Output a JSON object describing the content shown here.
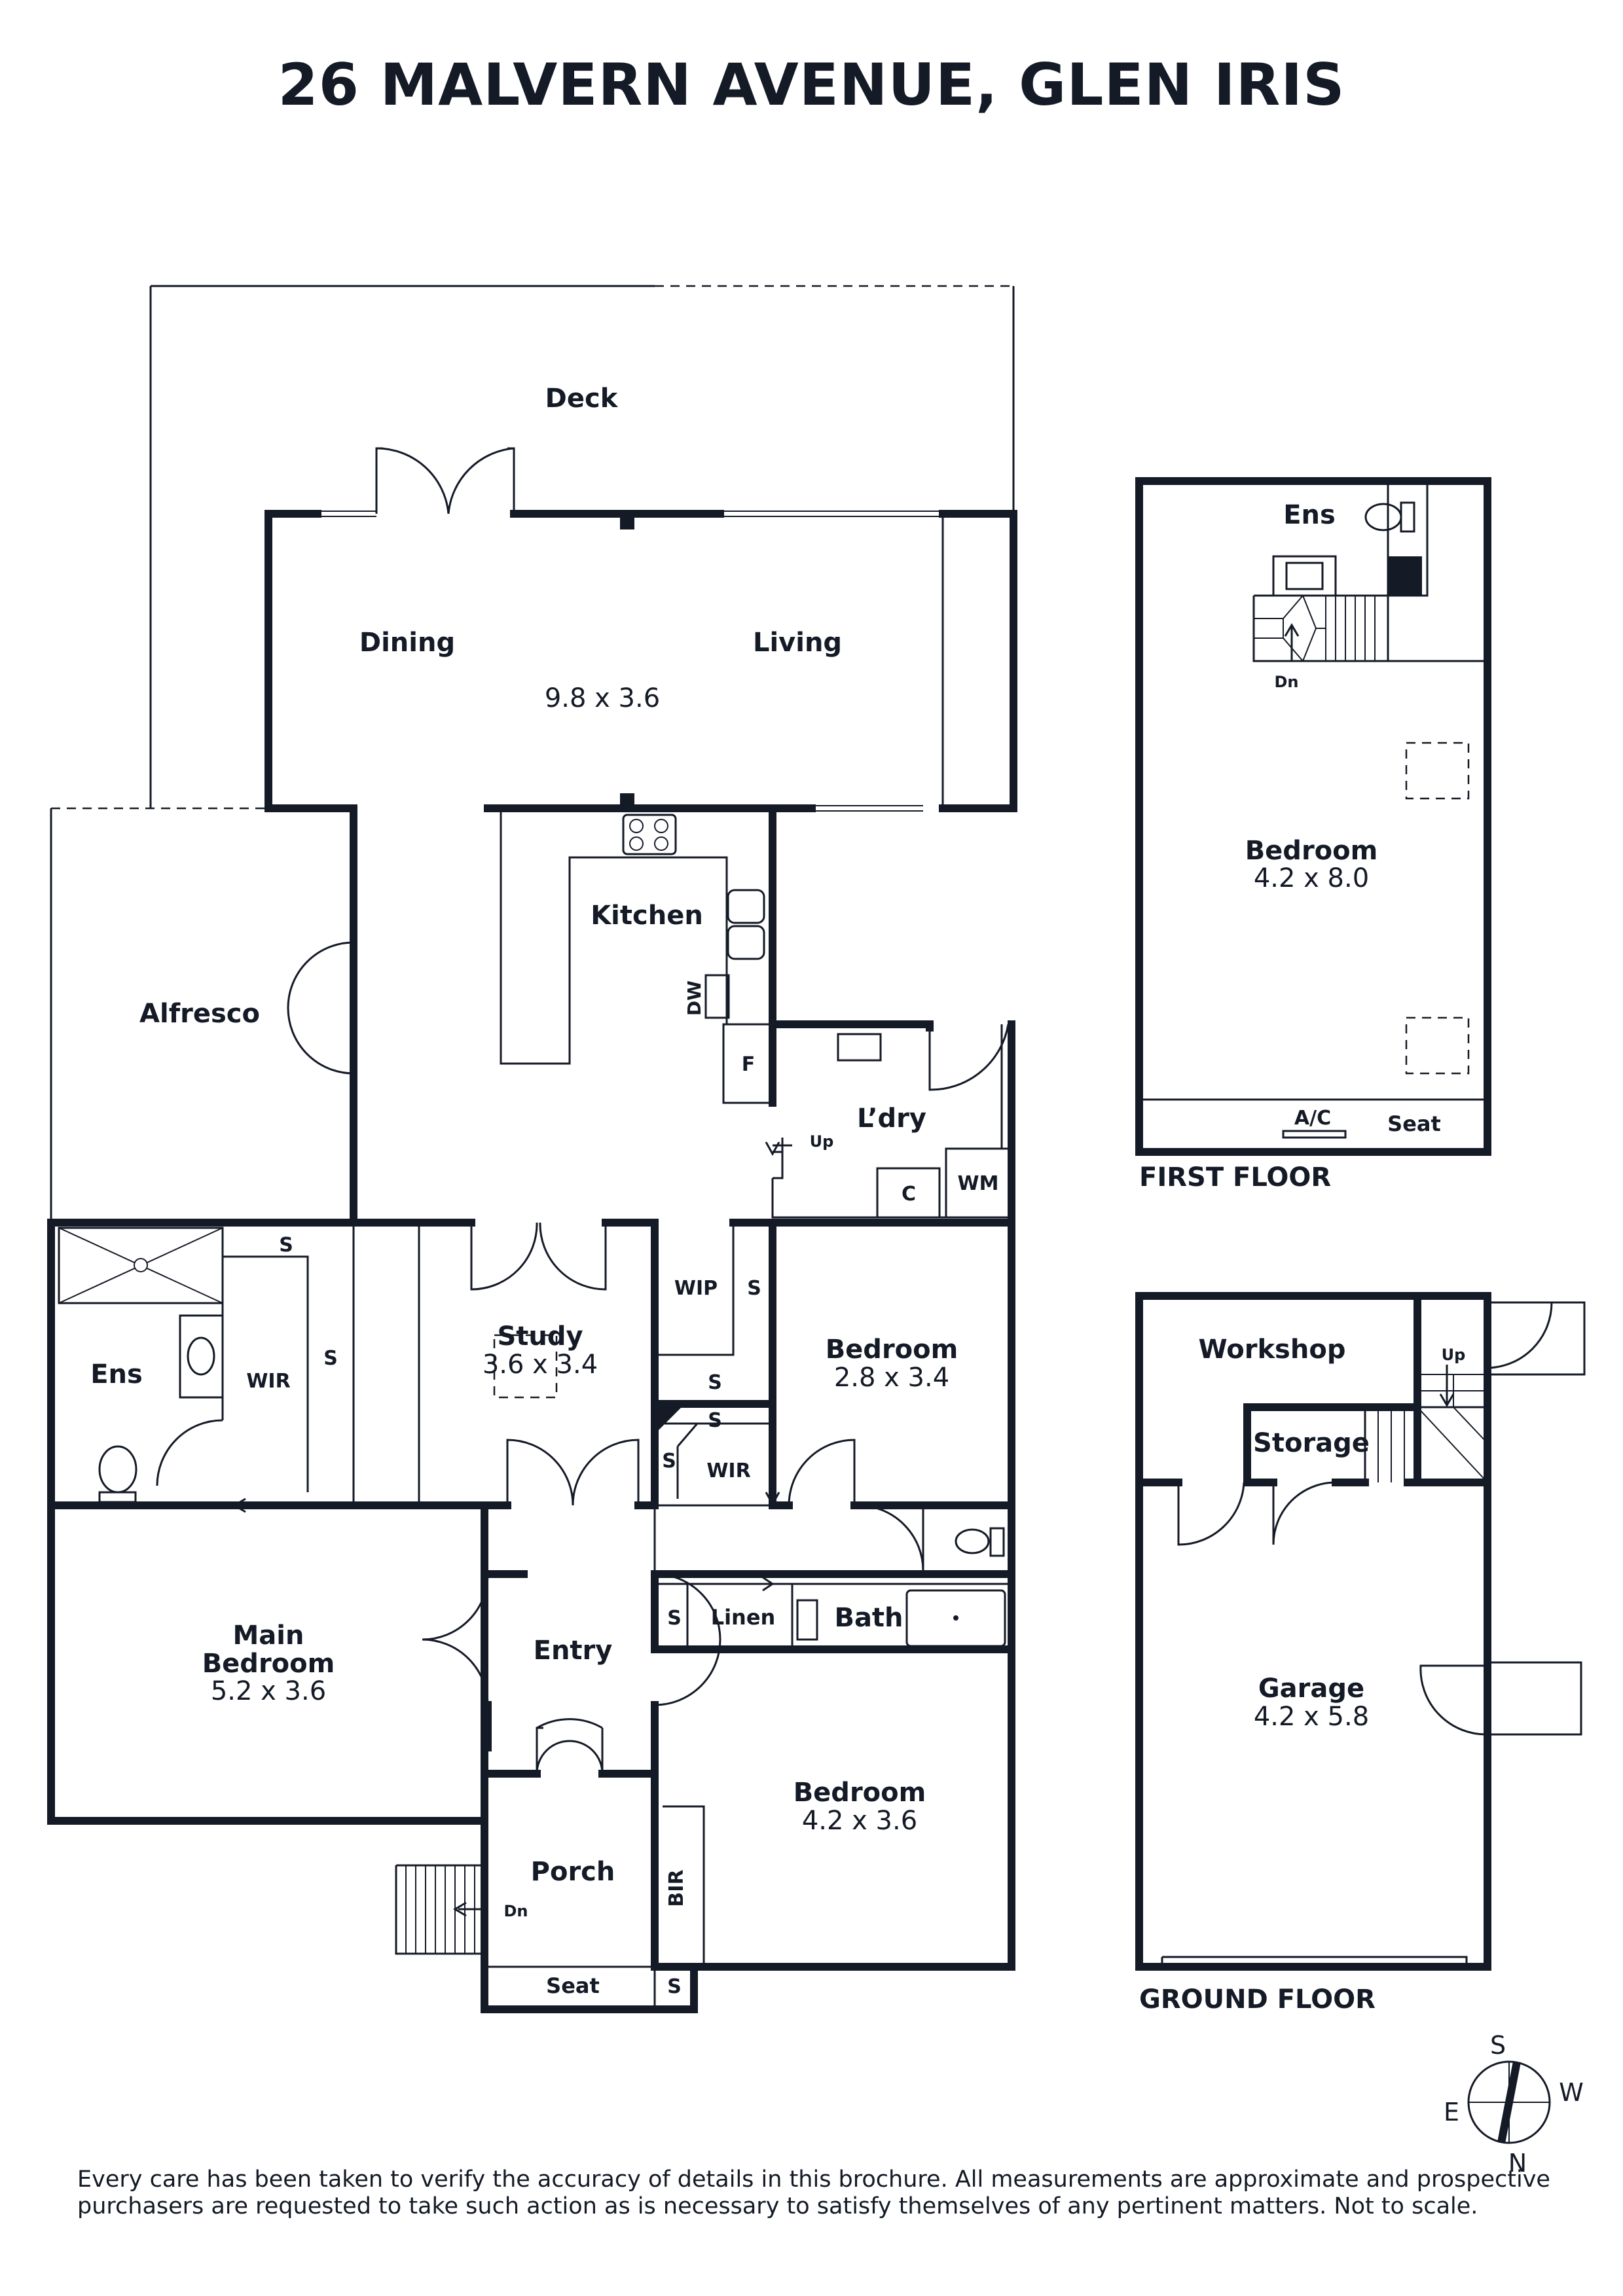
{
  "title": "26 MALVERN AVENUE, GLEN IRIS",
  "main_plan": {
    "rooms": {
      "deck": "Deck",
      "dining": "Dining",
      "living": "Living",
      "dining_living_dim": "9.8 x 3.6",
      "kitchen": "Kitchen",
      "dw": "DW",
      "f": "F",
      "alfresco": "Alfresco",
      "laundry": "L’dry",
      "laundry_up": "Up",
      "c": "C",
      "wm": "WM",
      "ens": "Ens",
      "wir": "WIR",
      "s": "S",
      "study": "Study",
      "study_dim": "3.6 x 3.4",
      "wip": "WIP",
      "bedroom": "Bedroom",
      "bedroom2_dim": "2.8 x 3.4",
      "main_bedroom_line1": "Main",
      "main_bedroom_line2": "Bedroom",
      "main_bedroom_dim": "5.2 x 3.6",
      "entry": "Entry",
      "linen": "Linen",
      "bath": "Bath",
      "bedroom3_dim": "4.2 x 3.6",
      "porch": "Porch",
      "porch_dn": "Dn",
      "bir": "BIR",
      "seat": "Seat"
    }
  },
  "first_floor": {
    "label": "FIRST FLOOR",
    "ens": "Ens",
    "dn": "Dn",
    "bedroom": "Bedroom",
    "bedroom_dim": "4.2 x 8.0",
    "ac": "A/C",
    "seat": "Seat"
  },
  "ground_floor": {
    "label": "GROUND FLOOR",
    "workshop": "Workshop",
    "up": "Up",
    "storage": "Storage",
    "garage": "Garage",
    "garage_dim": "4.2 x 5.8"
  },
  "compass": {
    "s": "S",
    "w": "W",
    "e": "E",
    "n": "N"
  },
  "disclaimer": "Every care has been taken to verify the accuracy of details in this brochure. All measurements are approximate and prospective purchasers are requested to take such action as is necessary to satisfy themselves of any pertinent matters. Not to scale."
}
